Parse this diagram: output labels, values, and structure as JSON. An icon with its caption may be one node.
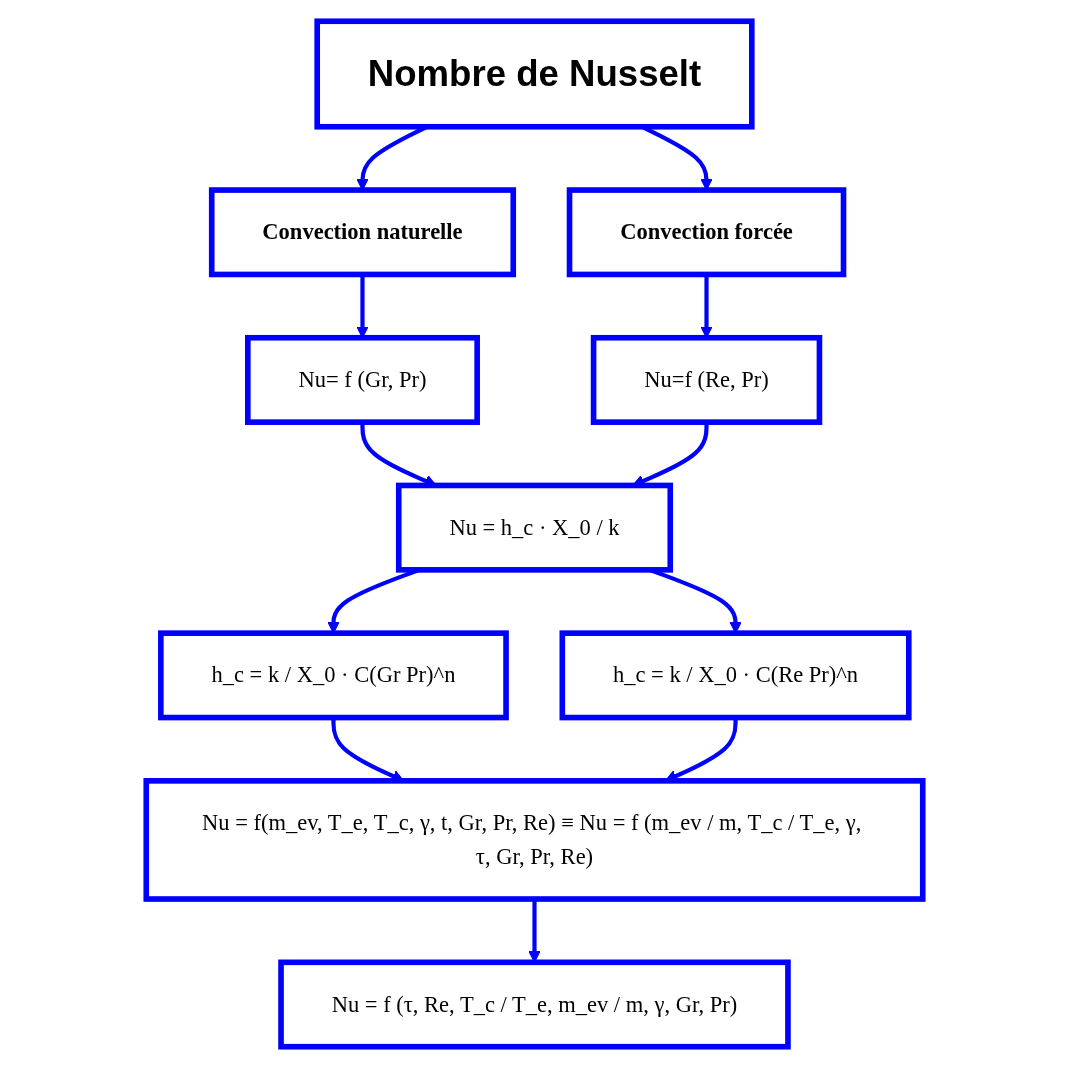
{
  "diagram": {
    "nodes": [
      {
        "text": [
          "Nombre de Nusselt"
        ]
      },
      {
        "text": [
          "Convection naturelle"
        ]
      },
      {
        "text": [
          "Convection forcée"
        ]
      },
      {
        "text": [
          "Nu= f (Gr, Pr)"
        ]
      },
      {
        "text": [
          "Nu=f (Re, Pr)"
        ]
      },
      {
        "text": [
          "Nu = h_c · X_0 / k"
        ]
      },
      {
        "text": [
          "h_c = k / X_0 · C(Gr Pr)^n"
        ]
      },
      {
        "text": [
          "h_c = k / X_0 · C(Re Pr)^n"
        ]
      },
      {
        "text": [
          "Nu = f(m_ev, T_e, T_c, γ, t, Gr, Pr, Re) ≡ Nu = f (m_ev / m, T_c / T_e, γ, τ, Gr, Pr, Re)"
        ]
      },
      {
        "text": [
          "Nu = f (τ, Re, T_c / T_e, m_ev / m, γ, Gr, Pr)"
        ]
      }
    ],
    "edges": [
      {
        "from": 0,
        "to": 1,
        "arrow": "to"
      },
      {
        "from": 0,
        "to": 2,
        "arrow": "to"
      },
      {
        "from": 1,
        "to": 3,
        "arrow": "to"
      },
      {
        "from": 2,
        "to": 4,
        "arrow": "to"
      },
      {
        "from": 3,
        "to": 5,
        "arrow": "to"
      },
      {
        "from": 4,
        "to": 5,
        "arrow": "to"
      },
      {
        "from": 5,
        "to": 6,
        "arrow": "to"
      },
      {
        "from": 5,
        "to": 7,
        "arrow": "to"
      },
      {
        "from": 6,
        "to": 8,
        "arrow": "to"
      },
      {
        "from": 7,
        "to": 8,
        "arrow": "to"
      },
      {
        "from": 8,
        "to": 9,
        "arrow": "to"
      }
    ]
  }
}
